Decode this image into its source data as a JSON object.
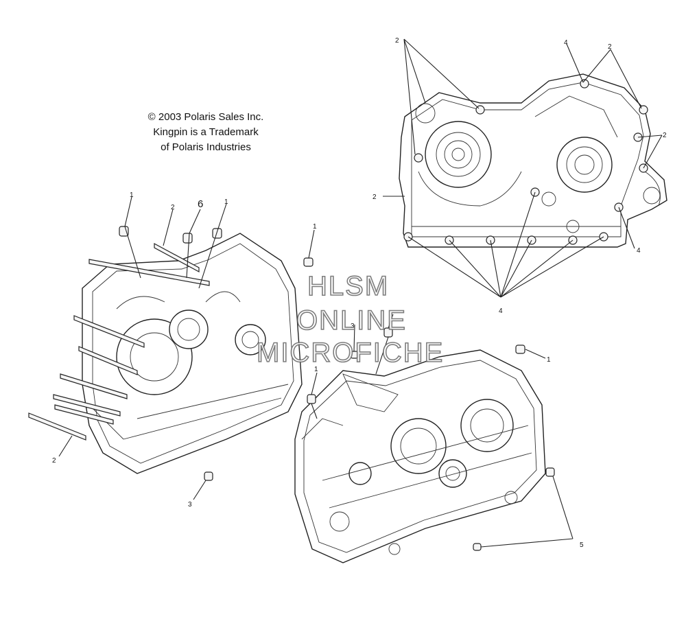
{
  "copyright": {
    "line1": "© 2003 Polaris Sales Inc.",
    "line2": "Kingpin is a Trademark",
    "line3": "of Polaris Industries"
  },
  "watermark": {
    "line1": "HLSM",
    "line2": "ONLINE",
    "line3": "MICROFICHE"
  },
  "callouts": {
    "c1": "1",
    "c2": "2",
    "c3": "6",
    "c4": "1",
    "c5": "1",
    "c6": "2",
    "c7": "3",
    "c8": "3",
    "c9": "1",
    "c10": "1",
    "c11": "5",
    "c12": "2",
    "c13": "4",
    "c14": "2",
    "c15": "2",
    "c16": "2",
    "c17": "4",
    "c18": "4"
  },
  "colors": {
    "line": "#222222",
    "watermark_stroke": "#6f6f6f"
  }
}
